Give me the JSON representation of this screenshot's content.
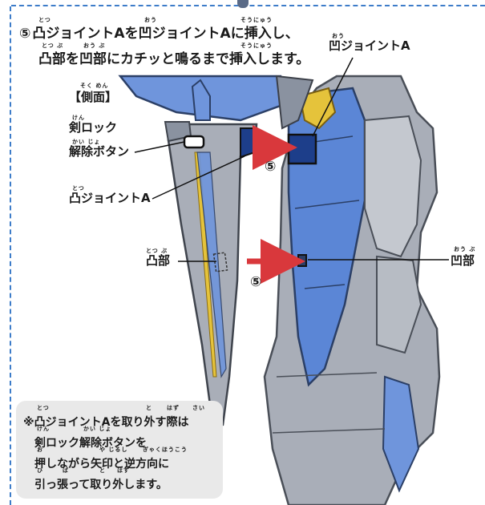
{
  "instruction": {
    "step_marker": "⑤",
    "line1": "凸ジョイントAを凹ジョイントAに挿入し、",
    "line2": "凸部を凹部にカチッと鳴るまで挿入します。",
    "ruby_line1": [
      "とつ",
      "おう",
      "そうにゅう"
    ],
    "ruby_line2": [
      "とつ ぶ",
      "おう ぶ",
      "そうにゅう"
    ]
  },
  "labels": {
    "side_view": "【側面】",
    "side_view_ruby": "そく めん",
    "sword_lock": "剣ロック",
    "sword_lock_ruby": "けん",
    "release_button": "解除ボタン",
    "release_button_ruby": "かい じょ",
    "convex_joint": "凸ジョイントA",
    "convex_joint_ruby": "とつ",
    "convex_part": "凸部",
    "convex_part_ruby": "とつ ぶ",
    "concave_joint": "凹ジョイントA",
    "concave_joint_ruby": "おう",
    "concave_part": "凹部",
    "concave_part_ruby": "おう ぶ",
    "step_num_upper": "⑤",
    "step_num_lower": "⑤"
  },
  "note": {
    "line1": "※凸ジョイントAを取り外す際は",
    "line2": "剣ロック解除ボタンを",
    "line3": "押しながら矢印と逆方向に",
    "line4": "引っ張って取り外します。",
    "ruby1": [
      "とつ",
      "と",
      "はず",
      "さい"
    ],
    "ruby2": [
      "けん",
      "かい じょ"
    ],
    "ruby3": [
      "お",
      "や じるし",
      "ぎゃくほうこう"
    ],
    "ruby4": [
      "ひ",
      "ぱ",
      "と",
      "はず"
    ]
  },
  "colors": {
    "dash_border": "#3d7cc9",
    "toy_blue": "#5b86d6",
    "toy_gray": "#a9aeb8",
    "sword_gold": "#e5c33b",
    "arrow_red": "#d9383c",
    "note_bg": "#e9e9e9"
  }
}
